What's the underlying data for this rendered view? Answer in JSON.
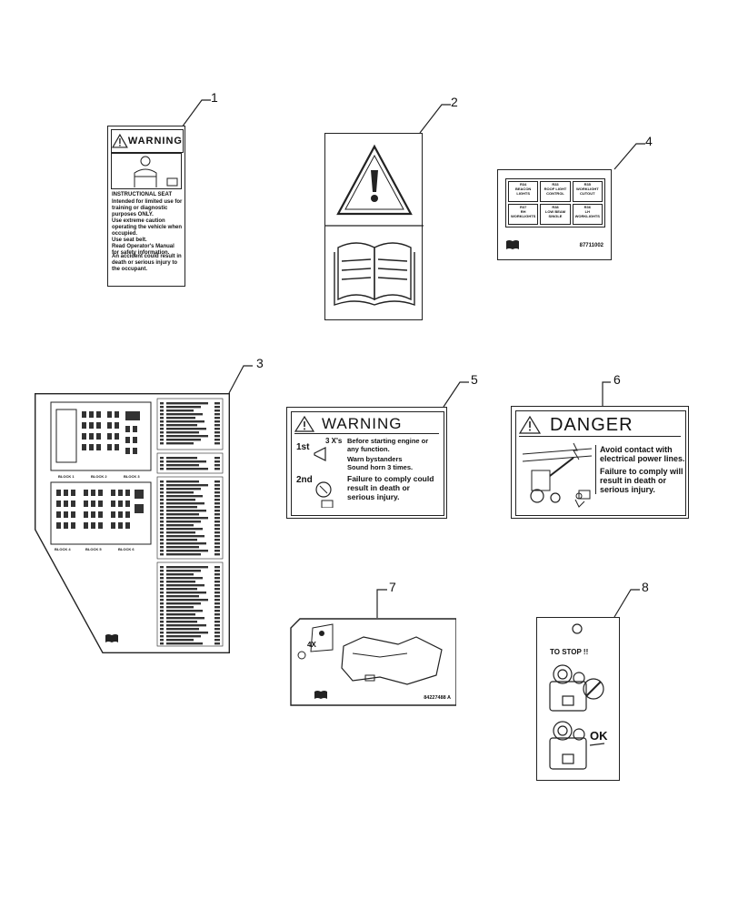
{
  "callouts": [
    "1",
    "2",
    "3",
    "4",
    "5",
    "6",
    "7",
    "8"
  ],
  "decal1": {
    "header": "WARNING",
    "title": "INSTRUCTIONAL SEAT",
    "bullets": [
      "Intended for limited use for training or diagnostic purposes ONLY.",
      "Use extreme caution operating the vehicle when occupied.",
      "Use seat belt.",
      "Read Operator's Manual for safety information."
    ],
    "footer": "An accident could result in death or serious injury to the occupant."
  },
  "decal4": {
    "cells": [
      {
        "top": "R34",
        "label": "BEACON LIGHTS"
      },
      {
        "top": "R33",
        "label": "ROOF LIGHT CONTROL"
      },
      {
        "top": "R35",
        "label": "WORKLIGHT CUTOUT"
      },
      {
        "top": "R37",
        "label": "RH WORKLIGHTS"
      },
      {
        "top": "R38",
        "label": "LOW BEAM SINGLE"
      },
      {
        "top": "R36",
        "label": "LH WORKLIGHTS"
      }
    ],
    "part_no": "87711002"
  },
  "decal3": {
    "block_labels": [
      "BLOCK 1",
      "BLOCK 2",
      "BLOCK 3",
      "BLOCK 4",
      "BLOCK 5",
      "BLOCK 6"
    ]
  },
  "decal5": {
    "header": "WARNING",
    "step1": "1st",
    "step2": "2nd",
    "times": "3 X's",
    "lines": [
      "Before starting engine or any function.",
      "Warn bystanders",
      "Sound horn 3 times."
    ],
    "footer": "Failure to comply could result in death or serious injury."
  },
  "decal6": {
    "header": "DANGER",
    "line1": "Avoid contact with electrical power lines.",
    "line2": "Failure to comply will result in death or serious injury."
  },
  "decal7": {
    "multiplier": "4X",
    "part_no": "84227488 A"
  },
  "decal8": {
    "title": "TO STOP !!",
    "ok": "OK"
  }
}
